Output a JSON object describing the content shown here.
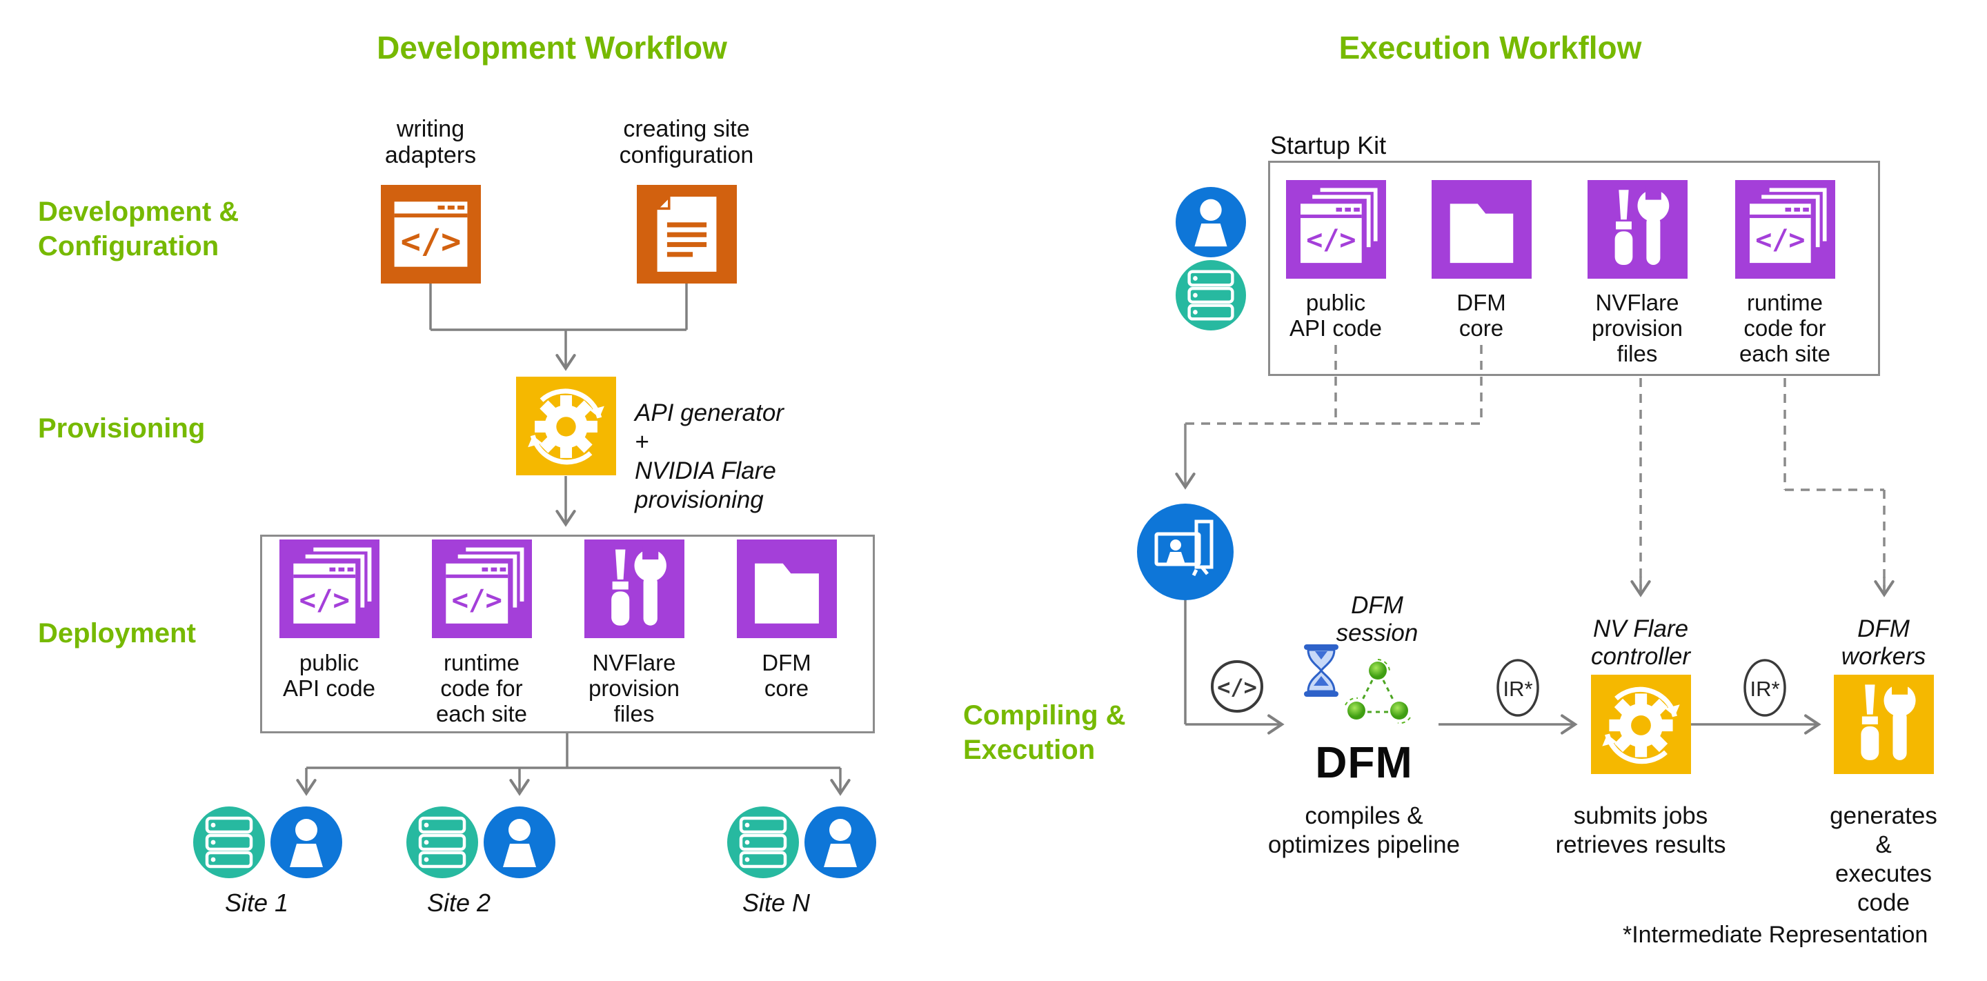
{
  "colors": {
    "green": "#76B900",
    "orange": "#D2610F",
    "purple": "#A43FD9",
    "gold": "#F5B800",
    "teal": "#27B9A0",
    "blue": "#0E76D8",
    "gray": "#808080",
    "ink": "#111111"
  },
  "code_glyph": "</>",
  "development": {
    "title": "Development Workflow",
    "stage_dev_config": [
      "Development &",
      "Configuration"
    ],
    "stage_provisioning": "Provisioning",
    "stage_deployment": "Deployment",
    "writing_adapters": [
      "writing",
      "adapters"
    ],
    "creating_site_config": [
      "creating site",
      "configuration"
    ],
    "dev_icons": [
      {
        "icon": "code-window-icon"
      },
      {
        "icon": "document-icon"
      }
    ],
    "provisioning_caption": [
      "API generator",
      "+",
      "NVIDIA Flare",
      "provisioning"
    ],
    "provisioning_icon": "gear-sync-icon",
    "deployment_tiles": [
      {
        "icon": "stacked-code-icon",
        "label": [
          "public",
          "API code"
        ]
      },
      {
        "icon": "stacked-code-icon",
        "label": [
          "runtime",
          "code for",
          "each site"
        ]
      },
      {
        "icon": "tools-icon",
        "label": [
          "NVFlare",
          "provision",
          "files"
        ]
      },
      {
        "icon": "folder-icon",
        "label": [
          "DFM",
          "core"
        ]
      }
    ],
    "sites": [
      {
        "label": "Site 1",
        "icons": [
          "server-icon",
          "person-icon"
        ]
      },
      {
        "label": "Site 2",
        "icons": [
          "server-icon",
          "person-icon"
        ]
      },
      {
        "label": "Site N",
        "icons": [
          "server-icon",
          "person-icon"
        ]
      }
    ]
  },
  "execution": {
    "title": "Execution Workflow",
    "startup_kit": {
      "label": "Startup Kit",
      "side_icons": [
        "person-icon",
        "server-icon"
      ],
      "tiles": [
        {
          "icon": "stacked-code-icon",
          "label": [
            "public",
            "API code"
          ]
        },
        {
          "icon": "folder-icon",
          "label": [
            "DFM",
            "core"
          ]
        },
        {
          "icon": "tools-icon",
          "label": [
            "NVFlare",
            "provision",
            "files"
          ]
        },
        {
          "icon": "stacked-code-icon",
          "label": [
            "runtime",
            "code for",
            "each site"
          ]
        }
      ]
    },
    "stage_label": [
      "Compiling &",
      "Execution"
    ],
    "compile_user_icon": "monitor-person-icon",
    "code_badge": "</>",
    "dfm": {
      "session_label": [
        "DFM",
        "session"
      ],
      "icons": [
        "hourglass-icon",
        "network-triangle-icon"
      ],
      "name": "DFM",
      "caption": [
        "compiles &",
        "optimizes pipeline"
      ]
    },
    "ir_badge": "IR*",
    "controller": {
      "label": [
        "NV Flare",
        "controller"
      ],
      "icon": "gear-sync-icon",
      "caption": [
        "submits jobs",
        "retrieves results"
      ]
    },
    "workers": {
      "label": [
        "DFM",
        "workers"
      ],
      "icon": "tools-icon",
      "caption": [
        "generates &",
        "executes code"
      ]
    },
    "footnote": "*Intermediate Representation"
  }
}
